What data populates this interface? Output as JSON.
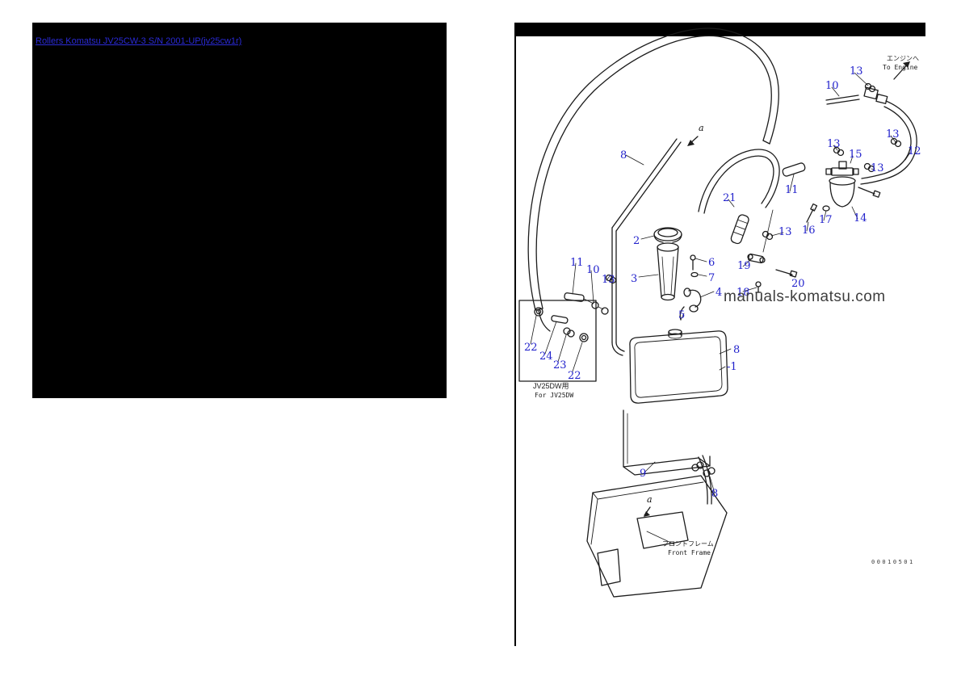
{
  "left_panel": {
    "link_label": "Rollers Komatsu JV25CW-3 S/N 2001-UP(jv25cw1r)",
    "link_color": "#2a2ad7"
  },
  "diagram": {
    "watermark": "manuals-komatsu.com",
    "to_engine_jp": "エンジンへ",
    "to_engine_en": "To Engine",
    "variant_jp": "JV25DW用",
    "variant_en": "For JV25DW",
    "front_frame_jp": "フロントフレーム",
    "front_frame_en": "Front Frame",
    "direction_marker": "a",
    "drawing_code": "00010501",
    "callout_color": "#2222cc",
    "callouts": [
      "13",
      "10",
      "13",
      "12",
      "13",
      "15",
      "13",
      "8",
      "21",
      "11",
      "17",
      "14",
      "16",
      "13",
      "2",
      "6",
      "19",
      "3",
      "7",
      "20",
      "4",
      "18",
      "11",
      "10",
      "13",
      "5",
      "8",
      "-1",
      "22",
      "24",
      "23",
      "22",
      "9",
      "8"
    ]
  }
}
